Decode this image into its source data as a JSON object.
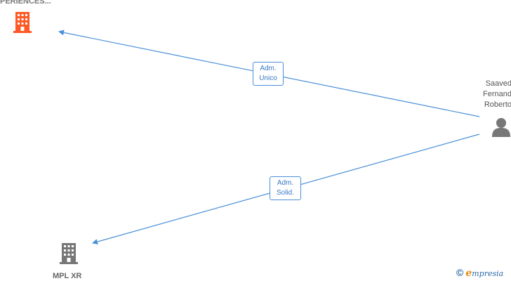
{
  "nodes": {
    "top_company": {
      "label": "PERIENCES...",
      "icon": "building-icon",
      "color": "#ff5a26"
    },
    "person": {
      "name_lines": [
        "Saaved",
        "Fernand",
        "Roberto"
      ],
      "icon": "person-icon",
      "color": "#777777"
    },
    "bottom_company": {
      "label": "MPL XR",
      "icon": "building-icon",
      "color": "#777777"
    }
  },
  "edges": [
    {
      "from": "person",
      "to": "top_company",
      "label_lines": [
        "Adm.",
        "Unico"
      ]
    },
    {
      "from": "person",
      "to": "bottom_company",
      "label_lines": [
        "Adm.",
        "Solid."
      ]
    }
  ],
  "colors": {
    "edge": "#4a8fd8"
  },
  "watermark": {
    "copyright": "©",
    "brand_first": "e",
    "brand_rest": "mpresia"
  }
}
